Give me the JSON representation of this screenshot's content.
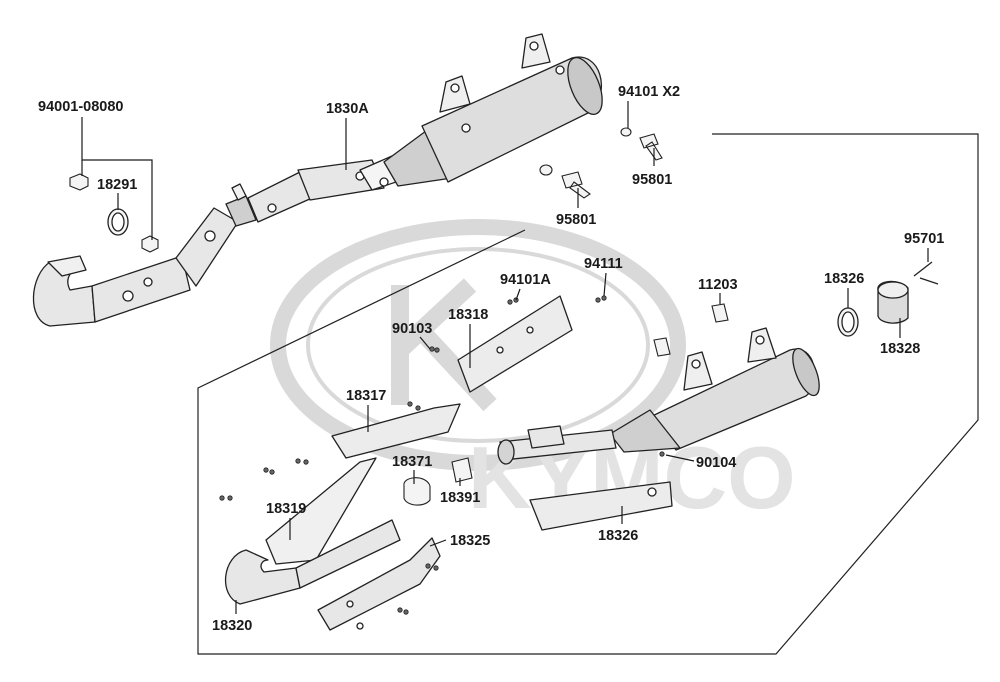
{
  "watermark": {
    "brand": "KYMCO",
    "logo_name": "kymco-logo"
  },
  "callouts": [
    {
      "id": "c-94001-08080",
      "text": "94001-08080"
    },
    {
      "id": "c-18291",
      "text": "18291"
    },
    {
      "id": "c-1830A",
      "text": "1830A"
    },
    {
      "id": "c-94101x2",
      "text": "94101 X2"
    },
    {
      "id": "c-95801-a",
      "text": "95801"
    },
    {
      "id": "c-95801-b",
      "text": "95801"
    },
    {
      "id": "c-95701",
      "text": "95701"
    },
    {
      "id": "c-18326-a",
      "text": "18326"
    },
    {
      "id": "c-18328",
      "text": "18328"
    },
    {
      "id": "c-11203",
      "text": "11203"
    },
    {
      "id": "c-94111",
      "text": "94111"
    },
    {
      "id": "c-94101A",
      "text": "94101A"
    },
    {
      "id": "c-18318",
      "text": "18318"
    },
    {
      "id": "c-90103",
      "text": "90103"
    },
    {
      "id": "c-18317",
      "text": "18317"
    },
    {
      "id": "c-18371",
      "text": "18371"
    },
    {
      "id": "c-18391",
      "text": "18391"
    },
    {
      "id": "c-90104",
      "text": "90104"
    },
    {
      "id": "c-18319",
      "text": "18319"
    },
    {
      "id": "c-18325",
      "text": "18325"
    },
    {
      "id": "c-18326-b",
      "text": "18326"
    },
    {
      "id": "c-18320",
      "text": "18320"
    }
  ]
}
